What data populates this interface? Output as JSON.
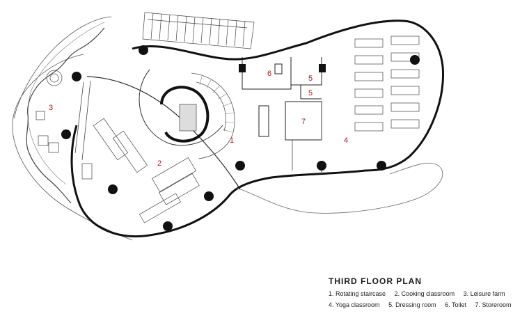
{
  "plan": {
    "title": "THIRD FLOOR PLAN",
    "room_numbers": [
      "1",
      "2",
      "3",
      "4",
      "5",
      "5",
      "6",
      "7"
    ],
    "legend_row1": [
      "1. Rotating staircase",
      "2. Cooking classroom",
      "3. Leisure farm"
    ],
    "legend_row2": [
      "4. Yoga classroom",
      "5. Dressing room",
      "6. Toilet",
      "7. Storeroom"
    ]
  }
}
